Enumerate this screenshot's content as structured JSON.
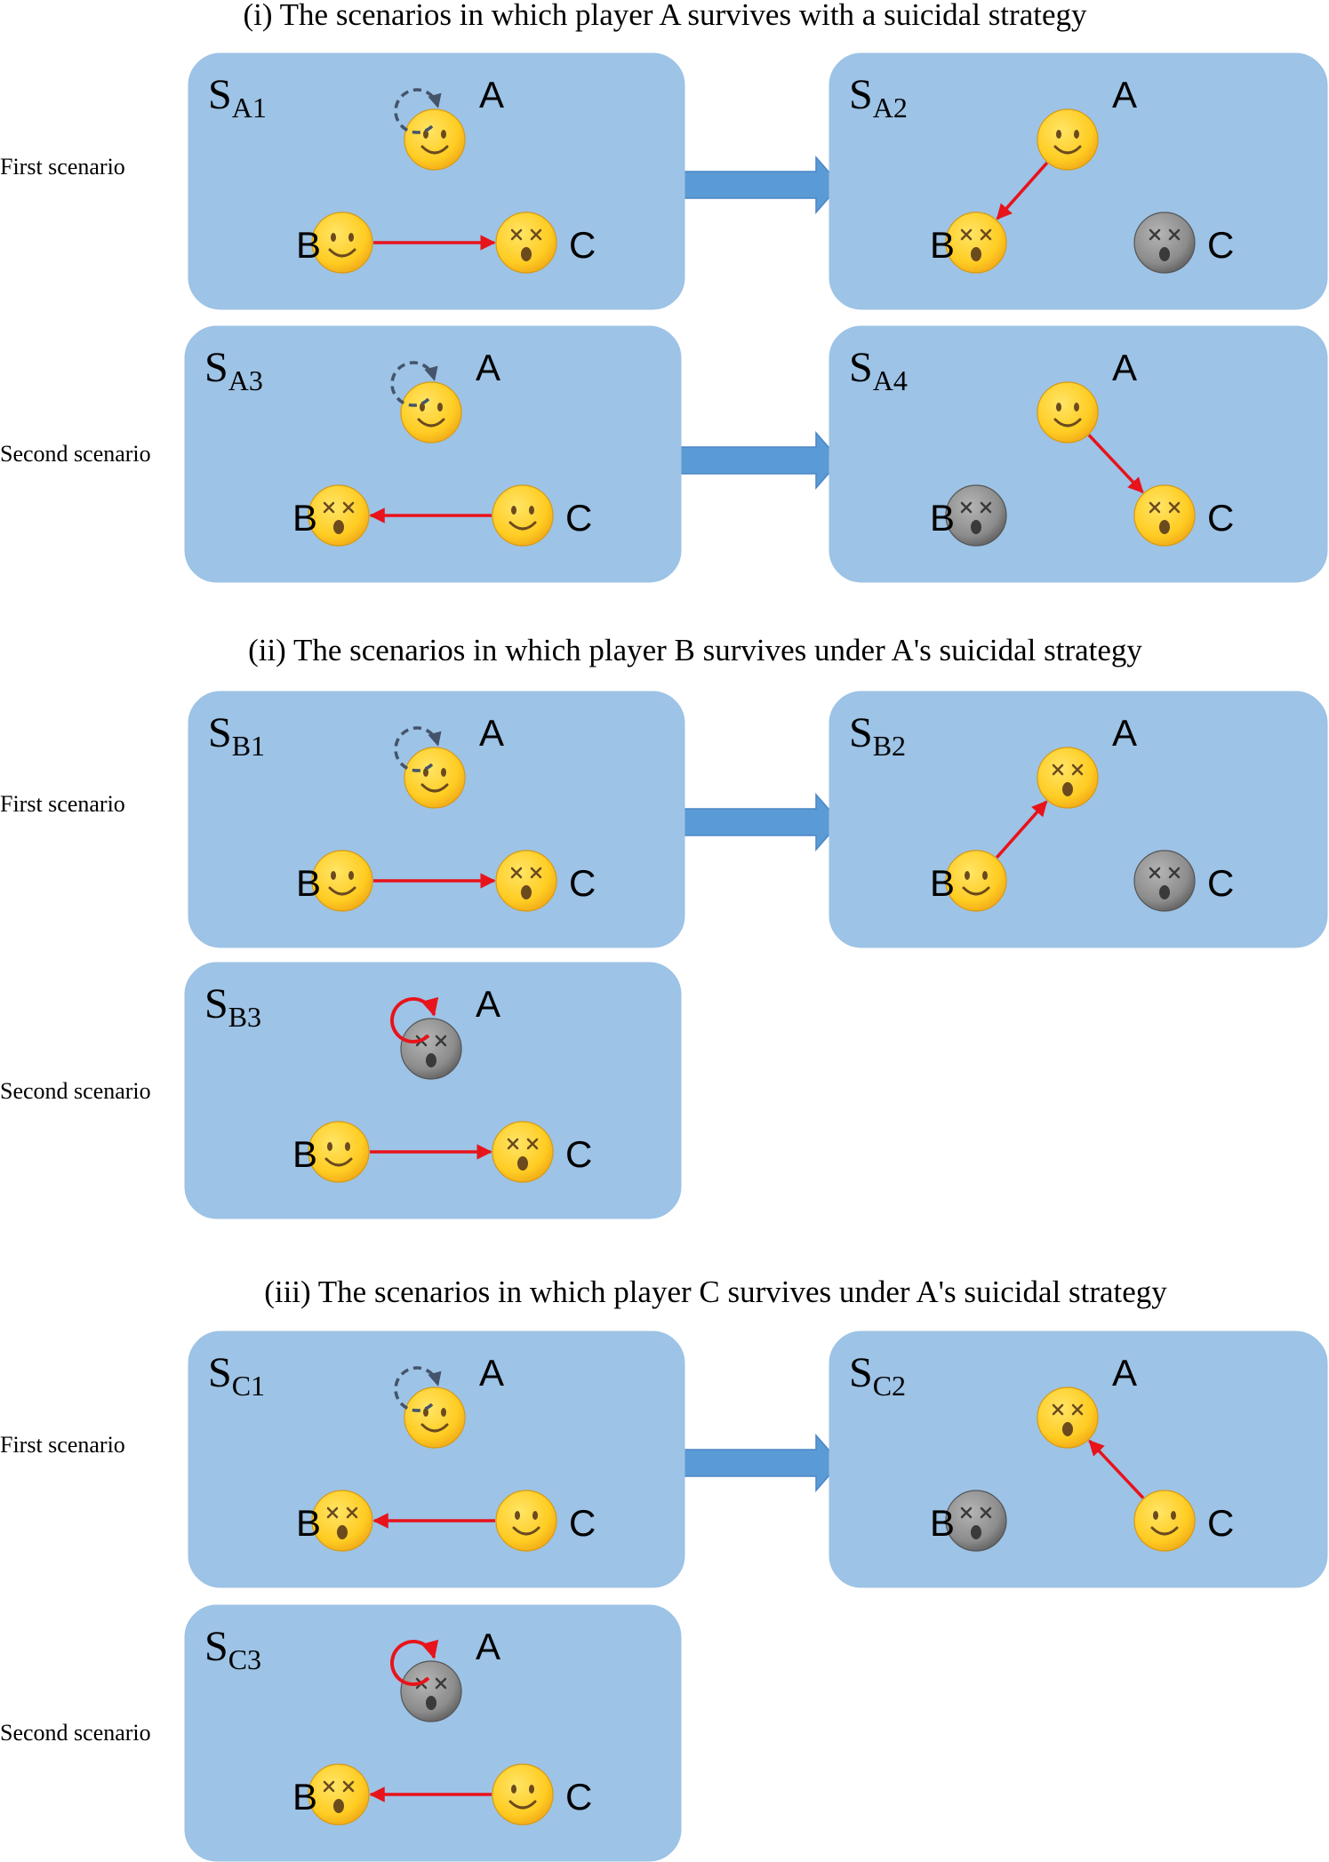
{
  "colors": {
    "panel": "#9DC3E6",
    "transition_arrow": "#5B9BD5",
    "shot_arrow": "#E8131B",
    "wait_arrow": "#44546A",
    "alive_face": "#FFCC22",
    "dead_face": "#8C8C8C"
  },
  "sections": [
    {
      "heading": "(i) The scenarios in which player A survives with a suicidal strategy",
      "rows": [
        {
          "label": "First scenario",
          "panels": [
            {
              "subscript": "A1",
              "players": {
                "A": "alive",
                "B": "alive",
                "C": "shocked"
              },
              "actions": [
                {
                  "kind": "wait",
                  "from": "A"
                },
                {
                  "kind": "shot",
                  "from": "B",
                  "to": "C"
                }
              ]
            },
            {
              "subscript": "A2",
              "players": {
                "A": "alive",
                "B": "shocked",
                "C": "dead"
              },
              "actions": [
                {
                  "kind": "shot",
                  "from": "A",
                  "to": "B"
                }
              ]
            }
          ]
        },
        {
          "label": "Second scenario",
          "panels": [
            {
              "subscript": "A3",
              "players": {
                "A": "alive",
                "B": "shocked",
                "C": "alive"
              },
              "actions": [
                {
                  "kind": "wait",
                  "from": "A"
                },
                {
                  "kind": "shot",
                  "from": "C",
                  "to": "B"
                }
              ]
            },
            {
              "subscript": "A4",
              "players": {
                "A": "alive",
                "B": "dead",
                "C": "shocked"
              },
              "actions": [
                {
                  "kind": "shot",
                  "from": "A",
                  "to": "C"
                }
              ]
            }
          ]
        }
      ]
    },
    {
      "heading": "(ii) The scenarios in which player B survives under A's suicidal strategy",
      "rows": [
        {
          "label": "First scenario",
          "panels": [
            {
              "subscript": "B1",
              "players": {
                "A": "alive",
                "B": "alive",
                "C": "shocked"
              },
              "actions": [
                {
                  "kind": "wait",
                  "from": "A"
                },
                {
                  "kind": "shot",
                  "from": "B",
                  "to": "C"
                }
              ]
            },
            {
              "subscript": "B2",
              "players": {
                "A": "shocked",
                "B": "alive",
                "C": "dead"
              },
              "actions": [
                {
                  "kind": "shot",
                  "from": "B",
                  "to": "A"
                }
              ]
            }
          ]
        },
        {
          "label": "Second scenario",
          "panels": [
            {
              "subscript": "B3",
              "players": {
                "A": "dead",
                "B": "alive",
                "C": "shocked"
              },
              "actions": [
                {
                  "kind": "suicide",
                  "from": "A"
                },
                {
                  "kind": "shot",
                  "from": "B",
                  "to": "C"
                }
              ]
            }
          ]
        }
      ]
    },
    {
      "heading": "(iii) The scenarios in which player C survives under A's suicidal strategy",
      "rows": [
        {
          "label": "First scenario",
          "panels": [
            {
              "subscript": "C1",
              "players": {
                "A": "alive",
                "B": "shocked",
                "C": "alive"
              },
              "actions": [
                {
                  "kind": "wait",
                  "from": "A"
                },
                {
                  "kind": "shot",
                  "from": "C",
                  "to": "B"
                }
              ]
            },
            {
              "subscript": "C2",
              "players": {
                "A": "shocked",
                "B": "dead",
                "C": "alive"
              },
              "actions": [
                {
                  "kind": "shot",
                  "from": "C",
                  "to": "A"
                }
              ]
            }
          ]
        },
        {
          "label": "Second scenario",
          "panels": [
            {
              "subscript": "C3",
              "players": {
                "A": "dead",
                "B": "shocked",
                "C": "alive"
              },
              "actions": [
                {
                  "kind": "suicide",
                  "from": "A"
                },
                {
                  "kind": "shot",
                  "from": "C",
                  "to": "B"
                }
              ]
            }
          ]
        }
      ]
    }
  ]
}
